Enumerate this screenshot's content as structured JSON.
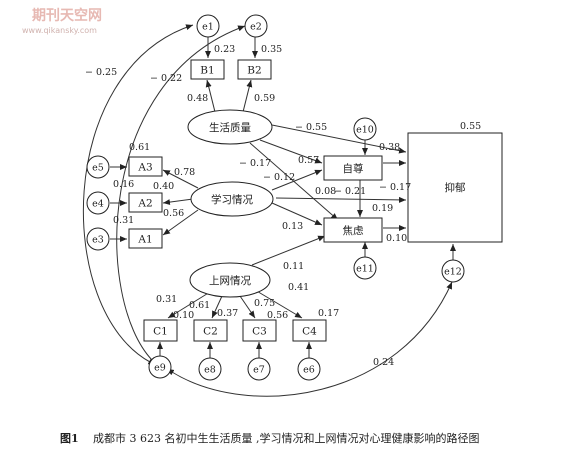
{
  "watermark": {
    "title": "期刊天空网",
    "url": "www.qikansky.com"
  },
  "latent": {
    "life_quality": "生活质量",
    "study": "学习情况",
    "internet": "上网情况"
  },
  "observed": {
    "B1": "B1",
    "B2": "B2",
    "A1": "A1",
    "A2": "A2",
    "A3": "A3",
    "C1": "C1",
    "C2": "C2",
    "C3": "C3",
    "C4": "C4",
    "self_esteem": "自尊",
    "anxiety": "焦虑",
    "depression": "抑郁"
  },
  "errors": {
    "e1": "e1",
    "e2": "e2",
    "e3": "e3",
    "e4": "e4",
    "e5": "e5",
    "e6": "e6",
    "e7": "e7",
    "e8": "e8",
    "e9": "e9",
    "e10": "e10",
    "e11": "e11",
    "e12": "e12"
  },
  "coefficients": {
    "e1_B1": "0.23",
    "e2_B2": "0.35",
    "life_B1": "0.48",
    "life_B2": "0.59",
    "e5_A3": "0.61",
    "e4_A2": "0.16",
    "e3_A1": "0.31",
    "study_A3": "0.78",
    "study_A2": "0.40",
    "study_A1": "0.56",
    "life_dep": "− 0.55",
    "life_self": "0.57",
    "life_anx": "− 0.17",
    "study_self": "− 0.12",
    "study_anx": "0.13",
    "study_dep": "0.19",
    "self_dep": "0.38",
    "self_anx": "0.08",
    "anx_dep": "0.10",
    "internet_anx": "0.11",
    "internet_C1": "0.31",
    "internet_C2": "0.61",
    "internet_C3": "0.75",
    "internet_C4": "0.41",
    "e9_C1": "0.10",
    "e8_C2": "0.37",
    "e7_C3": "0.56",
    "e6_C4": "0.17",
    "e10_self": "− 0.21",
    "e11_anx": "− 0.17",
    "r2_dep": "0.55",
    "e9_e1": "− 0.25",
    "e9_e2": "− 0.22",
    "e9_e12": "0.24"
  },
  "caption": {
    "label": "图1",
    "text": "成都市 3 623 名初中生生活质量 ,学习情况和上网情况对心理健康影响的路径图"
  }
}
